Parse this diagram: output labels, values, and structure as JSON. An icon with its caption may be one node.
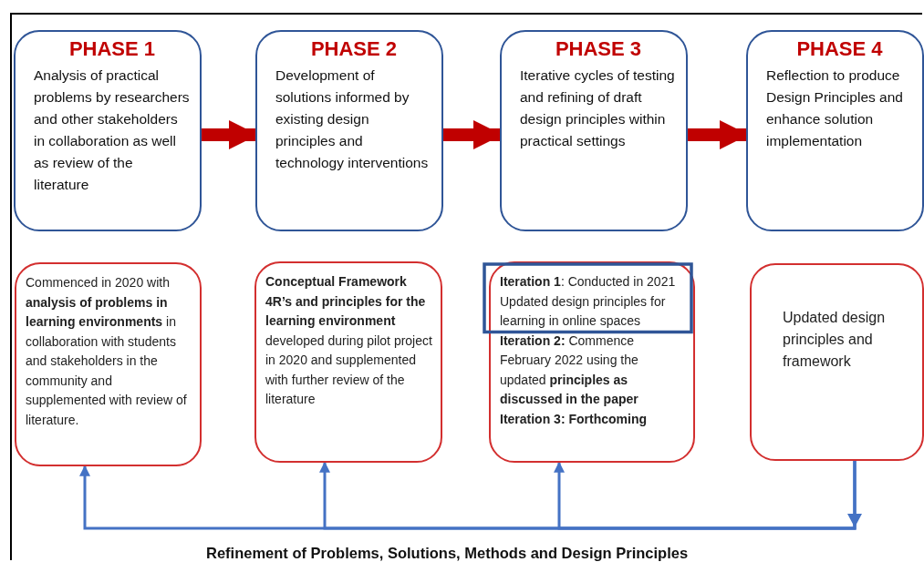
{
  "diagram": {
    "nodes": [
      {
        "text": [
          "PHASE 1",
          "Analysis of practical problems by researchers and other stakeholders in collaboration as well as review of the literature"
        ]
      },
      {
        "text": [
          "PHASE 2",
          "Development of solutions informed by existing design principles and technology interventions"
        ]
      },
      {
        "text": [
          "PHASE 3",
          "Iterative cycles of testing and refining of draft design principles within practical settings"
        ]
      },
      {
        "text": [
          "PHASE 4",
          "Reflection to produce Design Principles and enhance solution implementation"
        ]
      },
      {
        "text": [
          "Commenced in 2020 with **analysis of problems in learning environments** in collaboration with students and stakeholders in the community and supplemented with review of literature."
        ]
      },
      {
        "text": [
          "**Conceptual Framework 4R’s and principles for the learning environment** developed during pilot project in 2020 and supplemented with further review of the literature"
        ]
      },
      {
        "text": [
          "**Iteration 1**: Conducted in 2021 Updated design principles for learning in online spaces",
          "**Iteration 2:** Commence February 2022 using the updated **principles as discussed in the paper**",
          "**Iteration 3: Forthcoming**"
        ]
      },
      {
        "text": [
          "Updated design principles and framework"
        ]
      }
    ],
    "edges": [
      {
        "from": 0,
        "to": 1,
        "arrow": "to",
        "style": "thick",
        "color": "#c00000"
      },
      {
        "from": 1,
        "to": 2,
        "arrow": "to",
        "style": "thick",
        "color": "#c00000"
      },
      {
        "from": 2,
        "to": 3,
        "arrow": "to",
        "style": "thick",
        "color": "#c00000"
      },
      {
        "from": 7,
        "to": 6,
        "arrow": "to",
        "color": "#4472c4"
      },
      {
        "from": 7,
        "to": 5,
        "arrow": "to",
        "color": "#4472c4"
      },
      {
        "from": 7,
        "to": 4,
        "arrow": "to",
        "color": "#4472c4"
      }
    ],
    "labels": [
      "Refinement of Problems, Solutions, Methods and Design Principles"
    ]
  }
}
